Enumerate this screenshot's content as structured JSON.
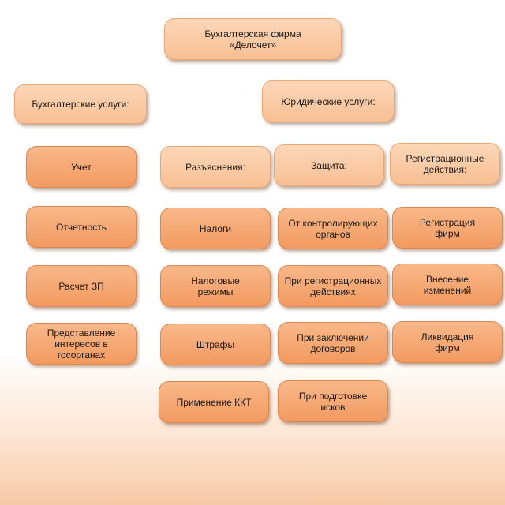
{
  "nodes": {
    "firm_line1": "Бухгалтерская фирма",
    "firm_line2": "«Делочет»",
    "accounting": "Бухгалтерские услуги:",
    "legal": "Юридические услуги:",
    "acc_items": [
      "Учет",
      "Отчетность",
      "Расчет ЗП",
      "Представление интересов в госорганах"
    ],
    "explanations": "Разъяснения:",
    "protection": "Защита:",
    "registration": "Регистрационные действия:",
    "expl_items": [
      "Налоги",
      "Налоговые режимы",
      "Штрафы",
      "Применение ККТ"
    ],
    "prot_items": [
      "От контролирующих органов",
      "При регистрационных действиях",
      "При заключении договоров",
      "При подготовке исков"
    ],
    "reg_items": [
      "Регистрация фирм",
      "Внесение изменений",
      "Ликвидация фирм"
    ]
  },
  "colors": {
    "light_fill": "#f8c69e",
    "dark_fill": "#f5a772"
  }
}
